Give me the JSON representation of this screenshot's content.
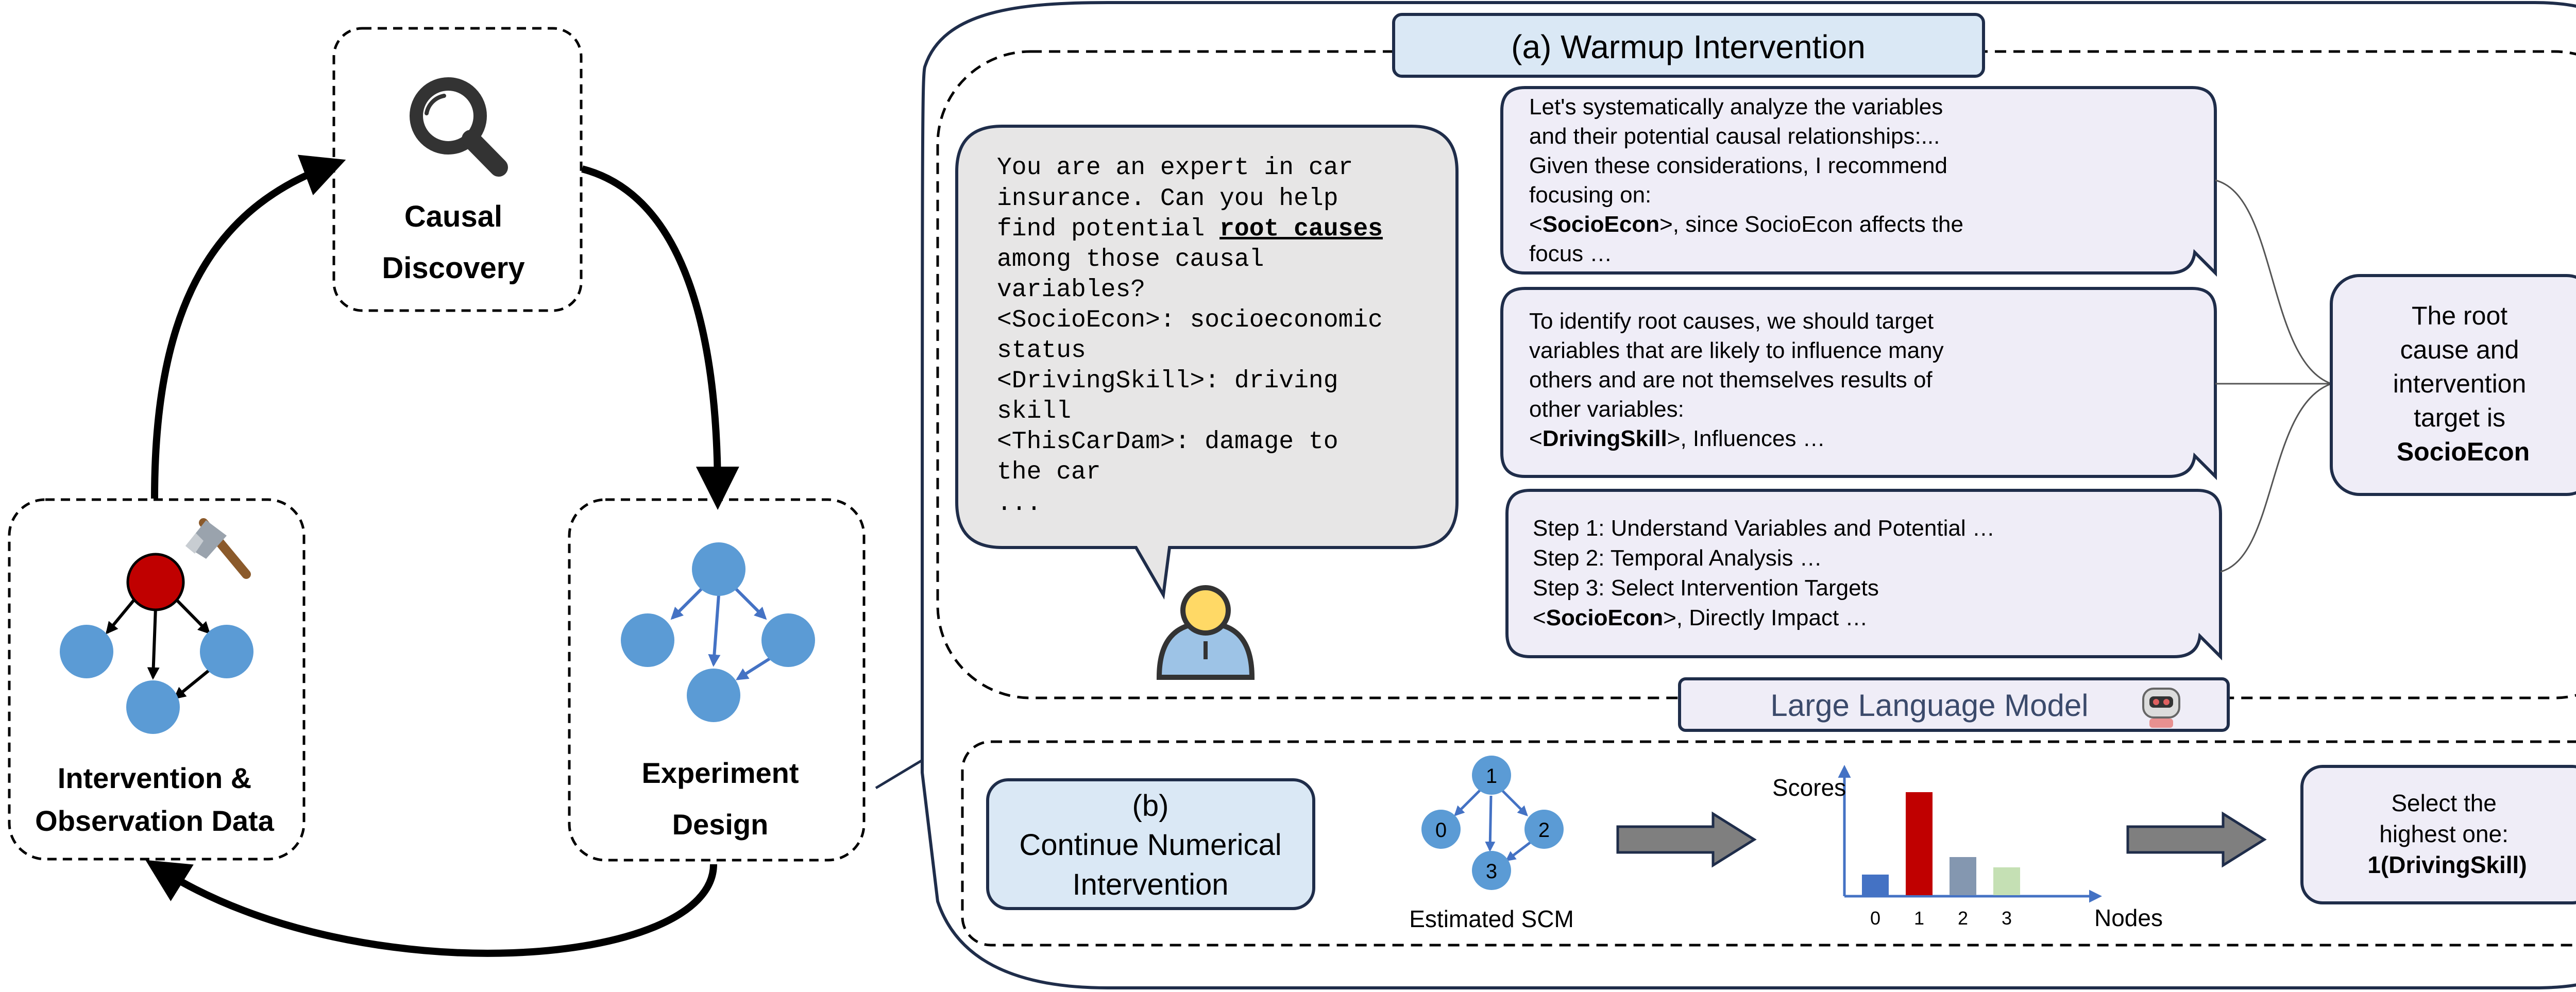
{
  "cycle": {
    "causal_discovery": {
      "line1": "Causal",
      "line2": "Discovery",
      "icon": "magnifier-icon"
    },
    "experiment_design": {
      "line1": "Experiment",
      "line2": "Design"
    },
    "intervention_data": {
      "line1": "Intervention &",
      "line2": "Observation Data",
      "icon": "hammer-icon"
    }
  },
  "panel_a": {
    "title": "(a) Warmup Intervention",
    "user_prompt": {
      "lines": [
        "You are an expert in car",
        "insurance. Can you help",
        "find potential ",
        "among those causal",
        "variables?",
        "<SocioEcon>: socioeconomic",
        "status",
        "<DrivingSkill>: driving",
        "skill",
        "<ThisCarDam>: damage to",
        "the car",
        "..."
      ],
      "highlight": "root causes"
    },
    "response1": {
      "lines": [
        "Let's systematically analyze the variables",
        "and their potential causal relationships:...",
        "Given these considerations, I recommend",
        "focusing on:"
      ],
      "bold": "SocioEcon",
      "tail": ">, since SocioEcon affects the",
      "last": "focus …"
    },
    "response2": {
      "lines": [
        "To identify root causes, we should target",
        "variables that are likely to influence many",
        "others and are not themselves results of",
        "other variables:"
      ],
      "bold": "DrivingSkill",
      "tail": ">, Influences …"
    },
    "response3": {
      "lines": [
        "Step 1: Understand Variables and Potential …",
        "Step 2: Temporal Analysis …",
        "Step 3: Select Intervention Targets"
      ],
      "bold": "SocioEcon",
      "tail": ">, Directly Impact …"
    },
    "conclusion": {
      "lines": [
        "The root",
        "cause and",
        "intervention",
        "target is"
      ],
      "bold": "SocioEcon"
    }
  },
  "llm_label": "Large Language Model",
  "panel_b": {
    "label_line1": "(b)",
    "label_line2": "Continue Numerical",
    "label_line3": "Intervention",
    "scm_caption": "Estimated SCM",
    "scm_nodes": [
      "1",
      "0",
      "2",
      "3"
    ],
    "select_line1": "Select the",
    "select_line2": "highest one:",
    "select_line3": "1(DrivingSkill)"
  },
  "chart_data": {
    "type": "bar",
    "categories": [
      "0",
      "1",
      "2",
      "3"
    ],
    "values": [
      0.2,
      1.0,
      0.37,
      0.27
    ],
    "colors": [
      "#4472c4",
      "#c00000",
      "#8497b0",
      "#c5e0b4"
    ],
    "ylabel": "Scores",
    "xlabel": "Nodes"
  }
}
